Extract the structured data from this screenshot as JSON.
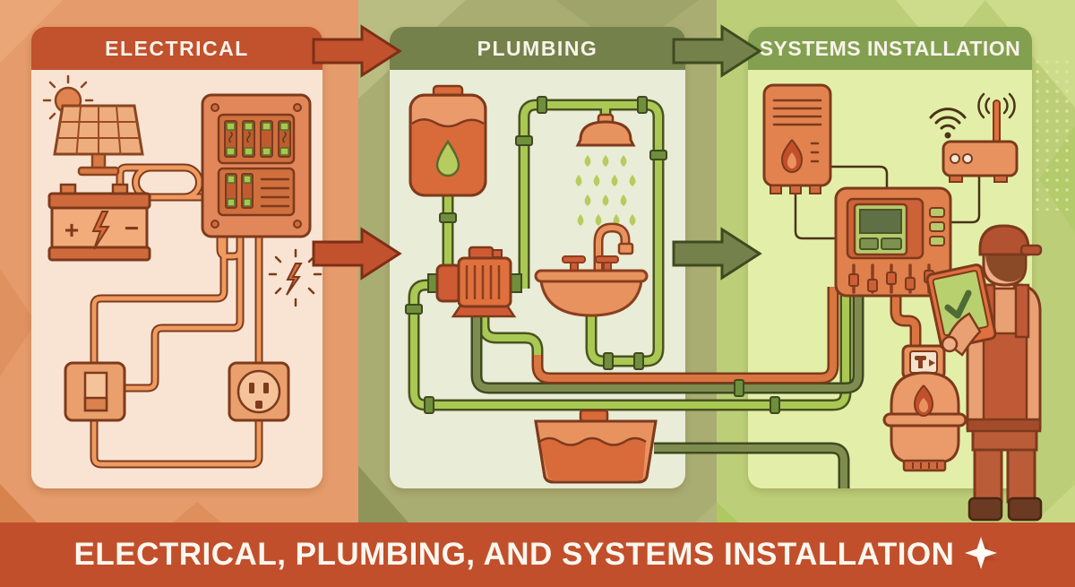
{
  "poster": {
    "panels": [
      {
        "title": "ELECTRICAL",
        "header_color": "#c2512d",
        "body_color": "#f9e4d3",
        "icons": [
          "sun-icon",
          "solar-panel-icon",
          "battery-icon",
          "breaker-panel-icon",
          "fuse-icons",
          "wire-coil",
          "spark-icon",
          "light-switch-icon",
          "power-outlet-icon"
        ]
      },
      {
        "title": "PLUMBING",
        "header_color": "#75814a",
        "body_color": "#e9ecd6",
        "icons": [
          "water-tank-icon",
          "droplet-icon",
          "pipe-network",
          "shower-head-icon",
          "water-drops",
          "water-pump-icon",
          "sink-icon",
          "faucet-icon",
          "wash-basin-icon"
        ]
      },
      {
        "title": "SYSTEMS INSTALLATION",
        "header_color": "#83a050",
        "body_color": "#e3efa9",
        "icons": [
          "water-heater-icon",
          "flame-icon",
          "wifi-signal-icon",
          "wifi-router-icon",
          "control-panel-icon",
          "slider-icons",
          "gas-cylinder-icon",
          "regulator-valve-icon",
          "technician-figure",
          "tablet-icon",
          "checkmark-icon"
        ]
      }
    ],
    "battery": {
      "plus": "+",
      "minus": "−"
    },
    "arrows": [
      {
        "from": "ELECTRICAL",
        "to": "PLUMBING",
        "color": "#c2512d",
        "count": 2
      },
      {
        "from": "PLUMBING",
        "to": "SYSTEMS INSTALLATION",
        "color": "#75814a",
        "count": 2
      }
    ],
    "banner": {
      "text": "ELECTRICAL, PLUMBING, AND SYSTEMS INSTALLATION",
      "background": "#c24f2b",
      "text_color": "#fbf7ef",
      "sparkle": "four-point-star"
    },
    "colors": {
      "band_electrical": "#e59b6b",
      "band_plumbing": "#a9ad72",
      "band_systems": "#bccf78",
      "outline_brown": "#7d3a1c",
      "device_orange": "#e0804c",
      "pipe_green": "#a9c854",
      "pipe_olive": "#7f8c4f",
      "pipe_orange": "#d97540",
      "screen_green": "#b7ca6d",
      "drop_green": "#b6cc5e"
    }
  }
}
